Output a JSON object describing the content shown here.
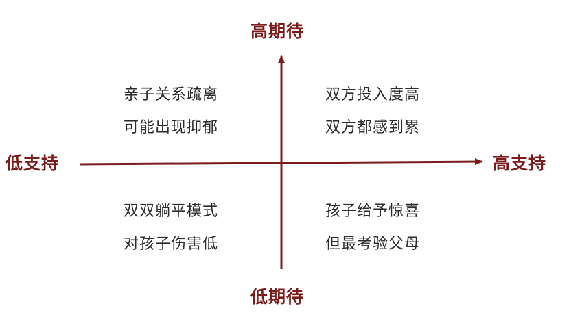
{
  "axes": {
    "top": "高期待",
    "bottom": "低期待",
    "left": "低支持",
    "right": "高支持"
  },
  "quadrants": {
    "top_left": [
      "亲子关系疏离",
      "可能出现抑郁"
    ],
    "top_right": [
      "双方投入度高",
      "双方都感到累"
    ],
    "bottom_left": [
      "双双躺平模式",
      "对孩子伤害低"
    ],
    "bottom_right": [
      "孩子给予惊喜",
      "但最考验父母"
    ]
  },
  "colors": {
    "axis": "#7a1c1c",
    "text": "#2b2b2b",
    "background": "#ffffff"
  }
}
